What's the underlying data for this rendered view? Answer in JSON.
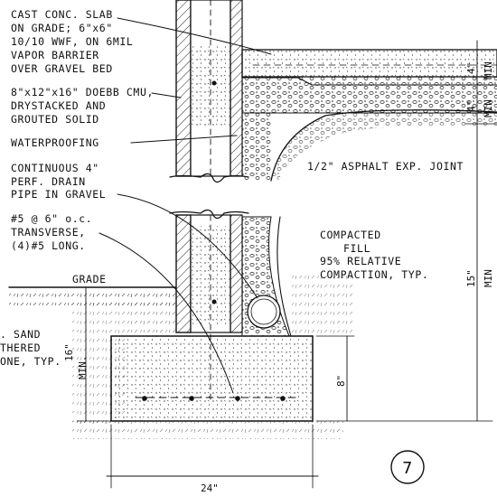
{
  "notes": {
    "slab": [
      "CAST CONC. SLAB",
      "ON GRADE; 6\"x6\"",
      "10/10 WWF, ON 6MIL",
      "VAPOR BARRIER",
      "OVER GRAVEL BED"
    ],
    "cmu": [
      "8\"x12\"x16\" DOEBB CMU,",
      "DRYSTACKED AND",
      "GROUTED SOLID"
    ],
    "waterproofing": "WATERPROOFING",
    "drain": [
      "CONTINUOUS 4\"",
      "PERF. DRAIN",
      "PIPE IN GRAVEL"
    ],
    "rebar": [
      "#5 @ 6\" o.c.",
      "TRANSVERSE,",
      "(4)#5 LONG."
    ],
    "grade": "GRADE",
    "sand": [
      ". SAND",
      "THERED",
      "ONE, TYP."
    ],
    "joint": "1/2\" ASPHALT EXP. JOINT",
    "fill": [
      "COMPACTED",
      "FILL",
      "95% RELATIVE",
      "COMPACTION, TYP."
    ]
  },
  "dimensions": {
    "slab_thickness": "4\"",
    "slab_min": "MIN",
    "gravel_thickness": "4\"",
    "gravel_min": "MIN",
    "total_depth": "15\"",
    "total_min": "MIN",
    "footing_depth": "16\"",
    "footing_min": "MIN.",
    "footing_height": "8\"",
    "footing_width": "24\""
  },
  "detail_number": "7"
}
